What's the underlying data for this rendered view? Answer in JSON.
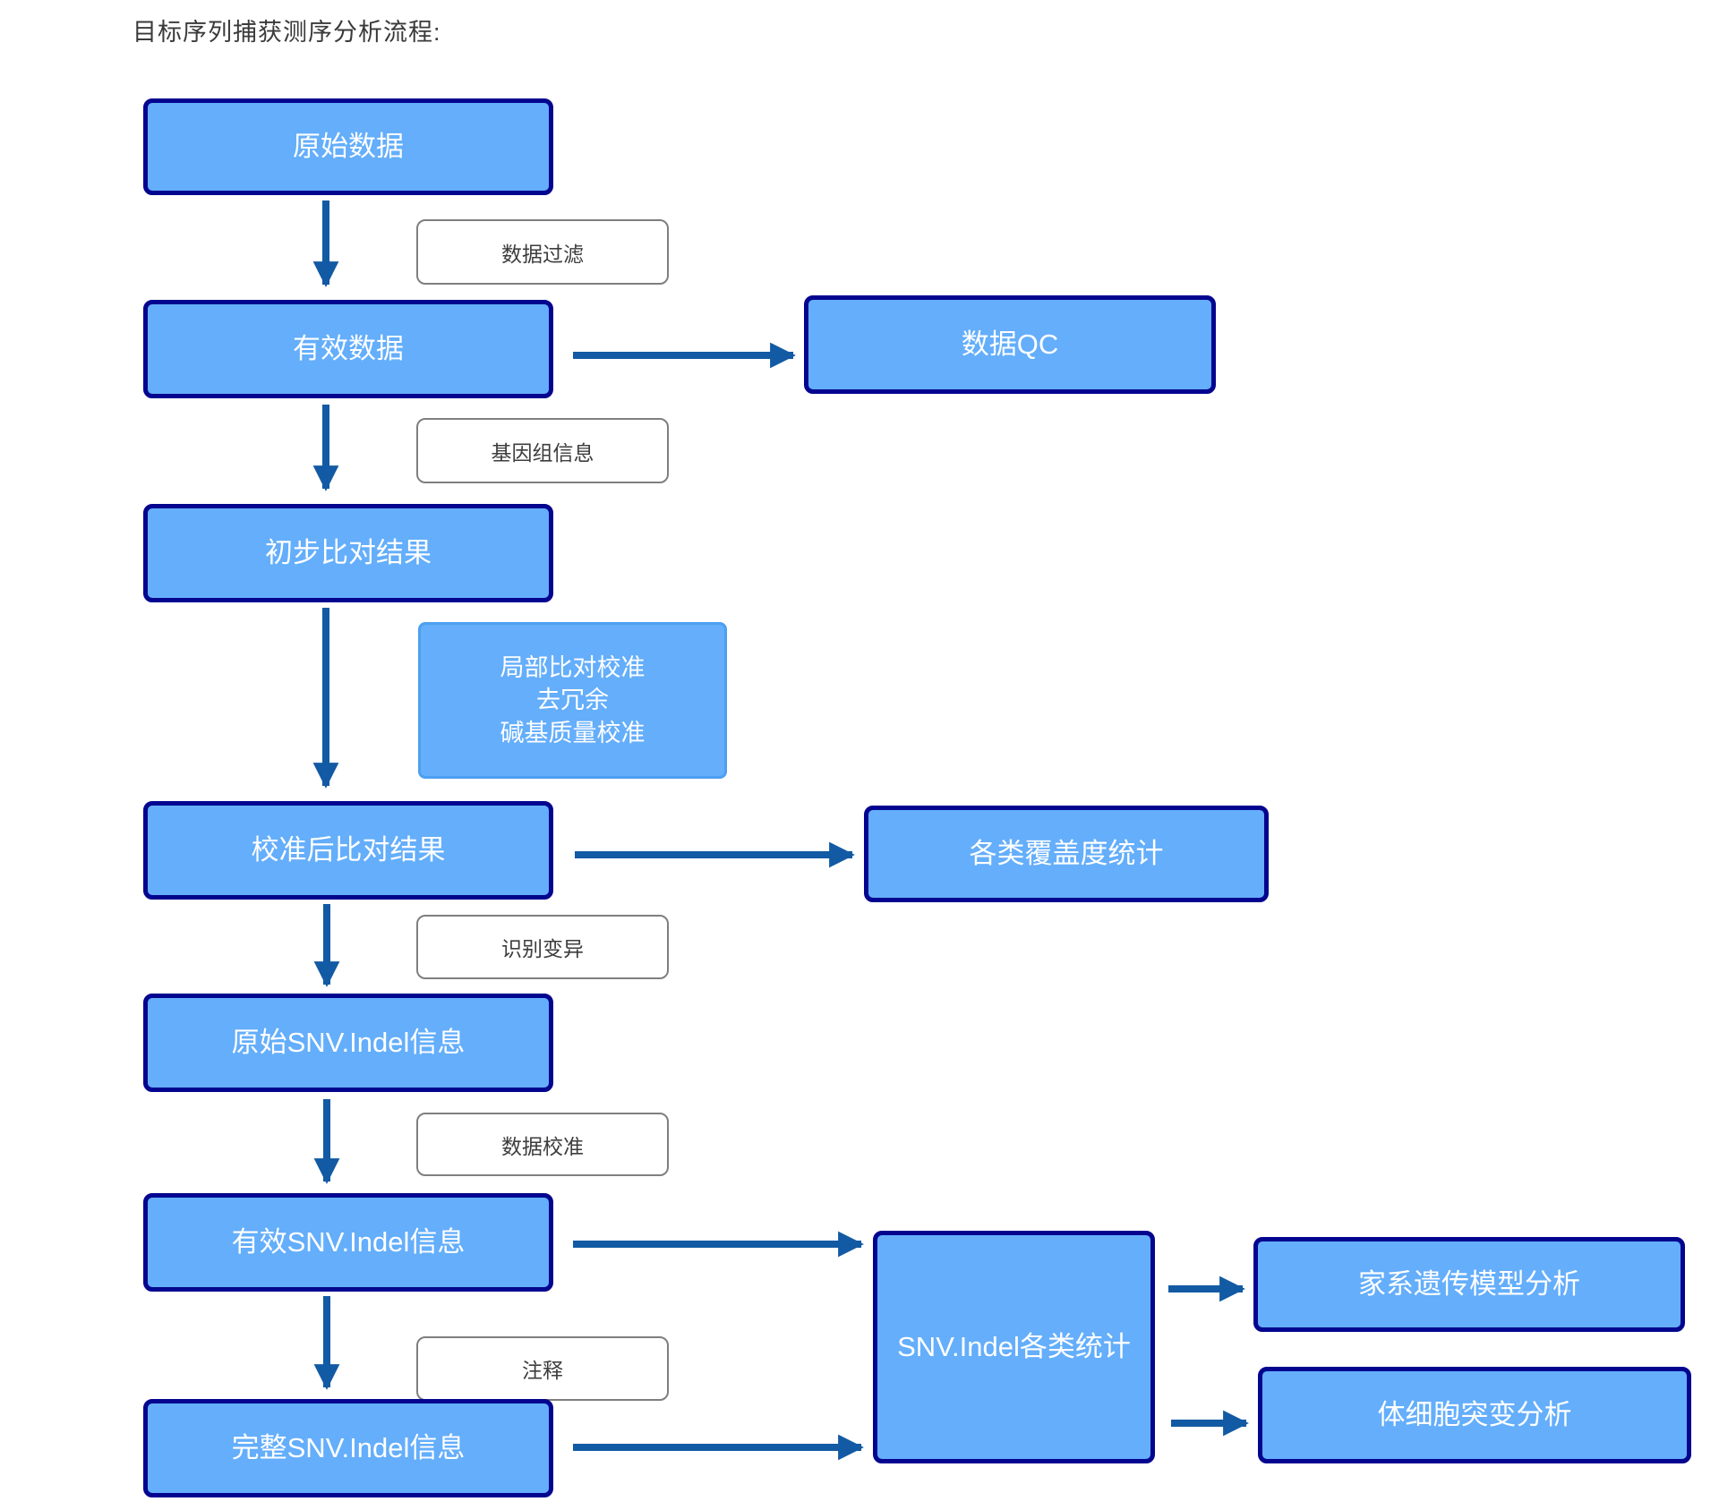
{
  "title": "目标序列捕获测序分析流程:",
  "colors": {
    "node_fill": "#64AEFB",
    "node_border": "#04058F",
    "label_box_border": "#4D9FF2",
    "white_box_border": "#7F7F7F",
    "arrow": "#135AA4",
    "title_text": "#3A3A3A",
    "node_text": "#FFFFFF",
    "white_box_text": "#3D3D3D",
    "background": "#FFFFFF"
  },
  "nodes": {
    "raw_data": "原始数据",
    "valid_data": "有效数据",
    "data_qc": "数据QC",
    "prelim_align": "初步比对结果",
    "calibrated_align": "校准后比对结果",
    "coverage_stats": "各类覆盖度统计",
    "raw_snv": "原始SNV.Indel信息",
    "valid_snv": "有效SNV.Indel信息",
    "complete_snv": "完整SNV.Indel信息",
    "snv_stats": "SNV.Indel各类统计",
    "family_model": "家系遗传模型分析",
    "somatic_mutation": "体细胞突变分析"
  },
  "process_labels": {
    "data_filter": "数据过滤",
    "genome_info": "基因组信息",
    "local_calibration_lines": [
      "局部比对校准",
      "去冗余",
      "碱基质量校准"
    ],
    "identify_variants": "识别变异",
    "data_calibration": "数据校准",
    "annotation": "注释"
  }
}
